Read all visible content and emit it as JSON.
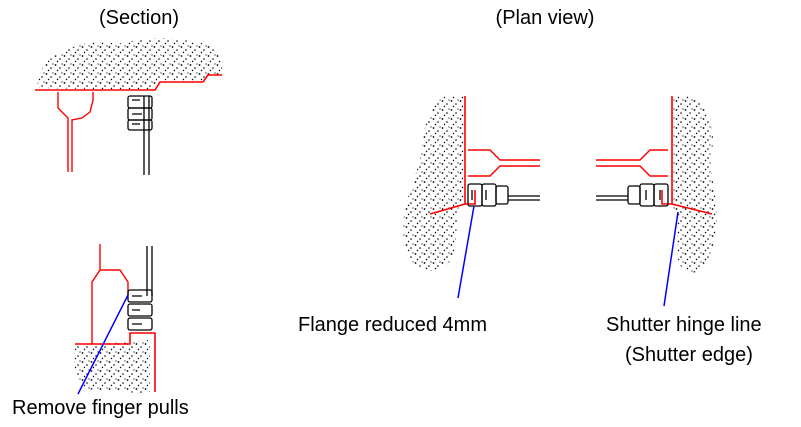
{
  "headings": {
    "section": "(Section)",
    "plan_view": "(Plan view)"
  },
  "callouts": {
    "flange": "Flange reduced 4mm",
    "hinge_line": "Shutter hinge line",
    "shutter_edge": "(Shutter edge)",
    "finger_pulls": "Remove finger pulls"
  },
  "colors": {
    "wall_outline": "#ff0000",
    "leader_line": "#0000ff",
    "frame": "#000000",
    "stipple": "#000000"
  }
}
